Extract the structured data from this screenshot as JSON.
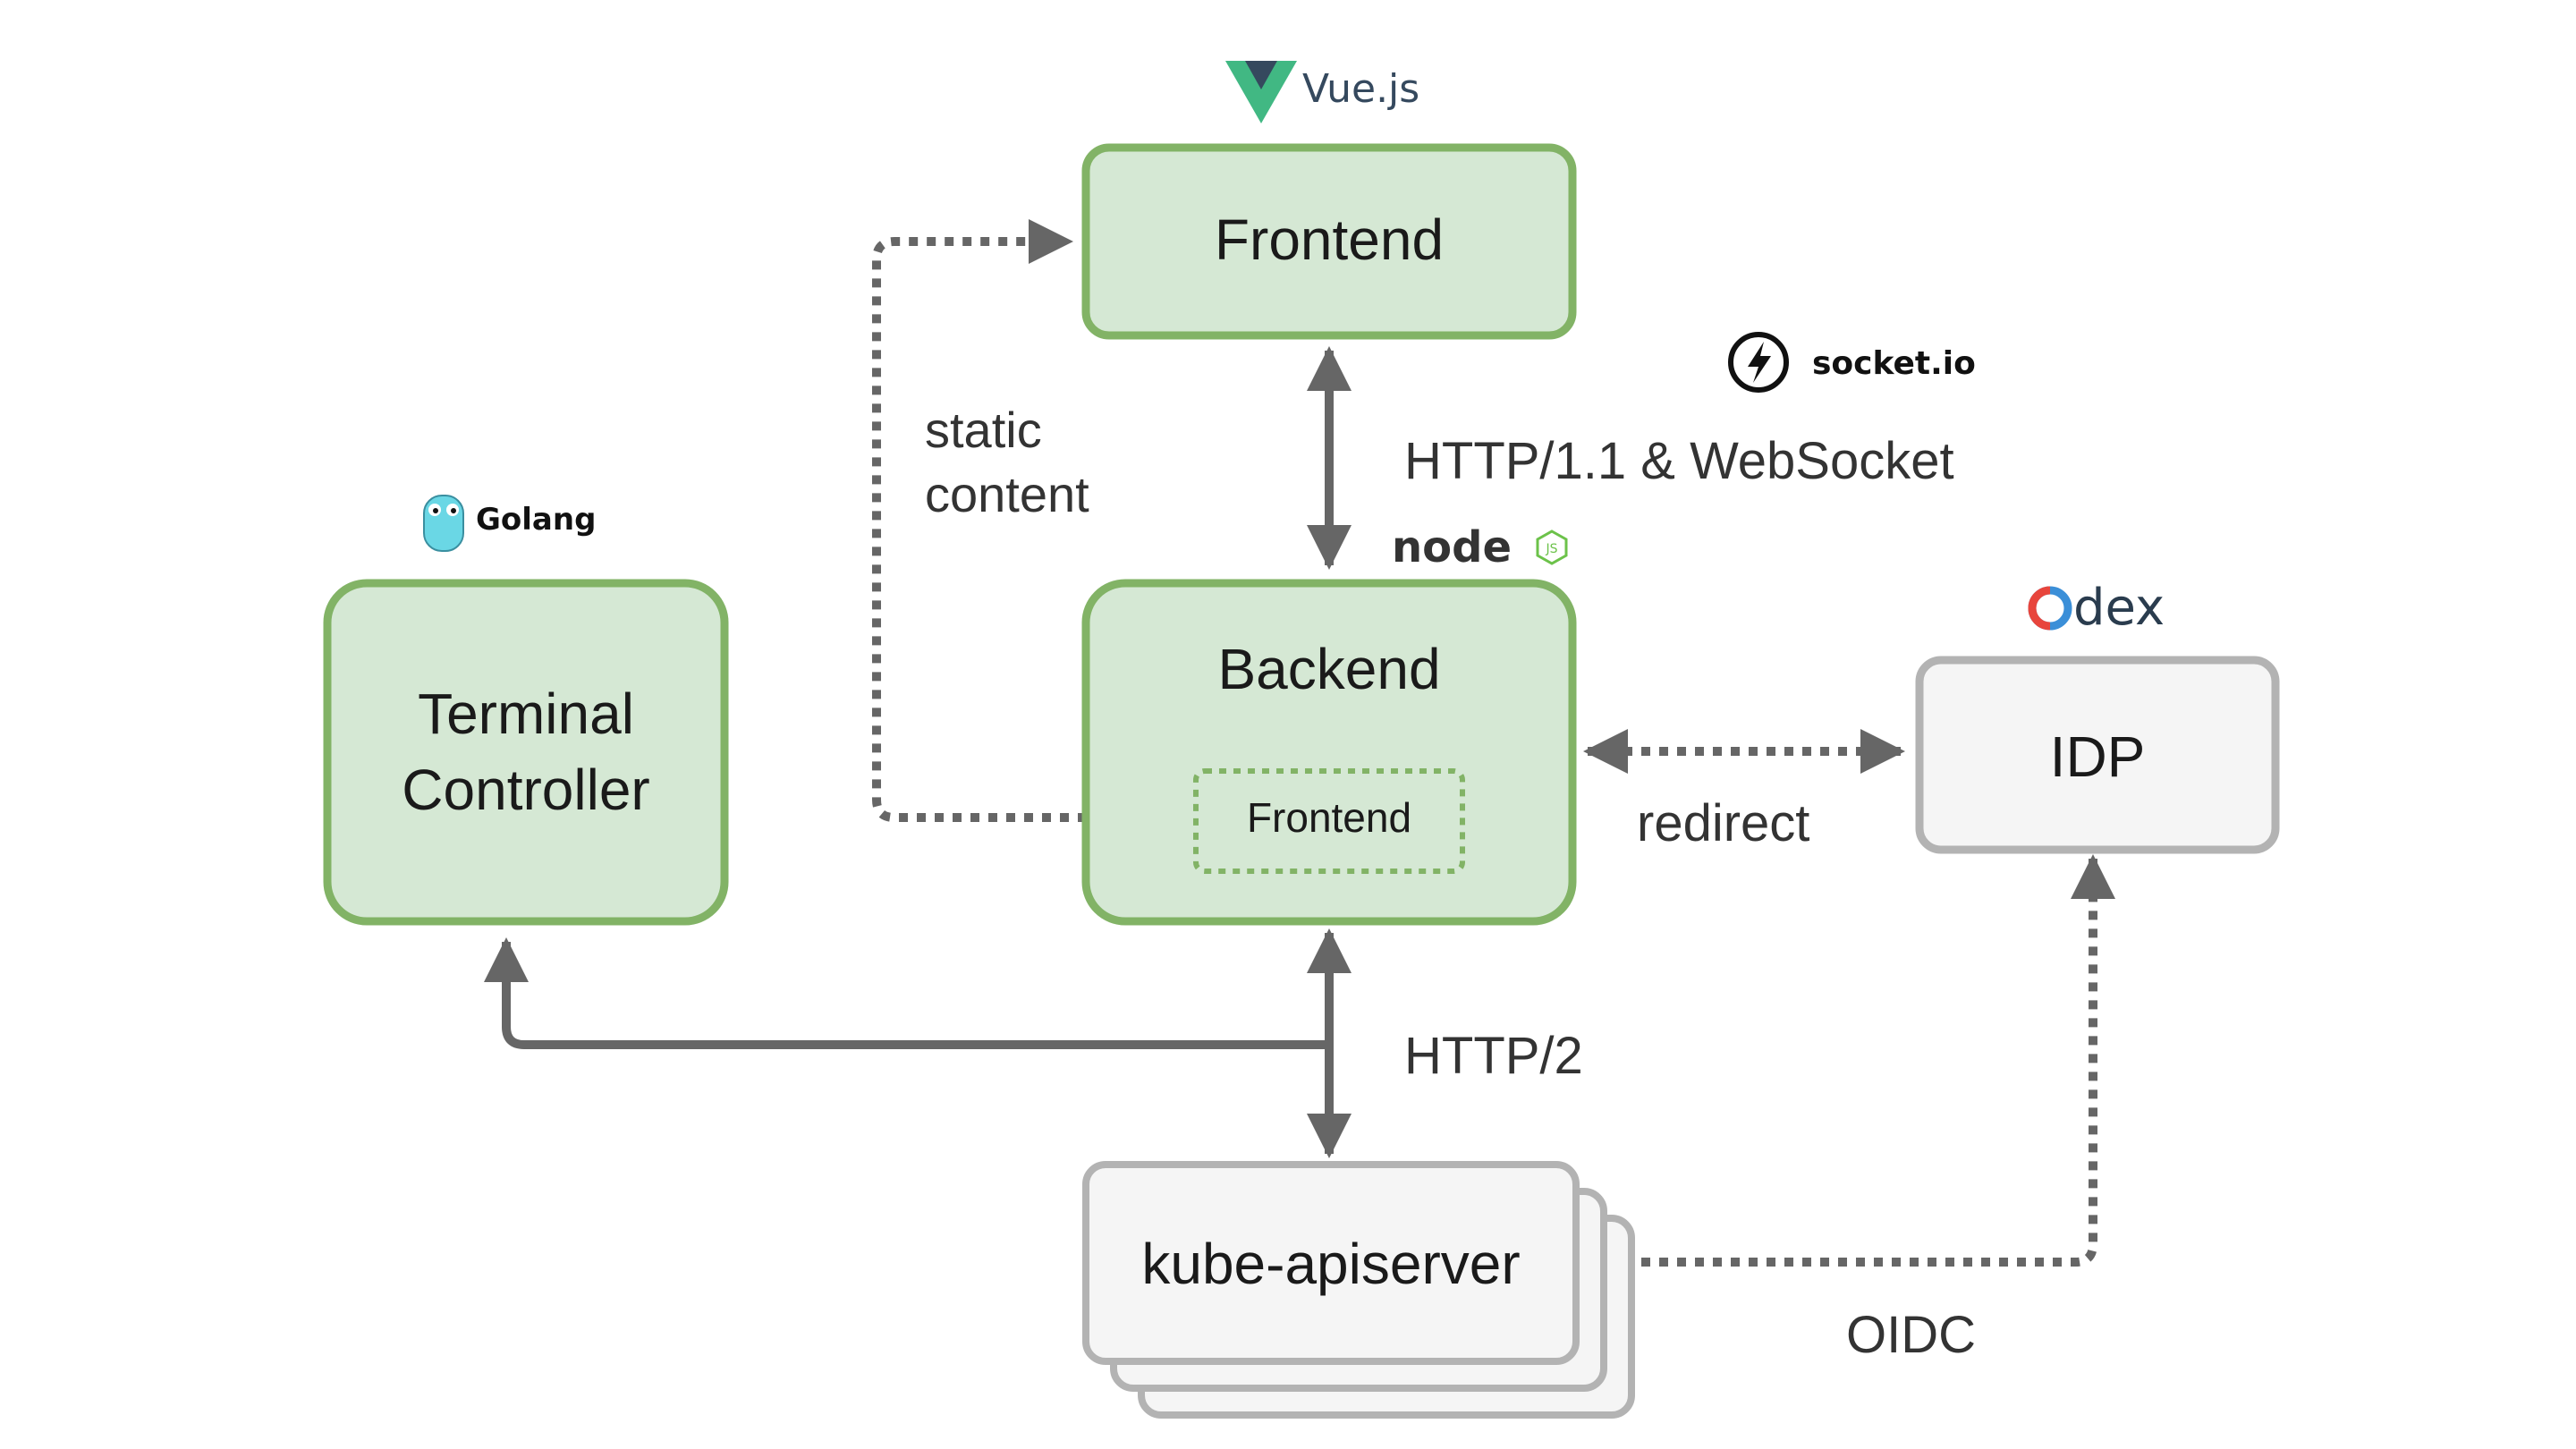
{
  "colors": {
    "green_fill": "#d5e8d4",
    "green_stroke": "#82b366",
    "gray_fill": "#f5f5f5",
    "gray_stroke": "#b3b3b3",
    "arrow": "#666666",
    "text": "#1a1a1a"
  },
  "nodes": {
    "frontend": "Frontend",
    "backend": "Backend",
    "embedded_frontend": "Frontend",
    "terminal_controller": [
      "Terminal",
      "Controller"
    ],
    "idp": "IDP",
    "kube_apiserver": "kube-apiserver"
  },
  "edges": {
    "static_content": [
      "static",
      "content"
    ],
    "http11_websocket": "HTTP/1.1 & WebSocket",
    "redirect": "redirect",
    "http2": "HTTP/2",
    "oidc": "OIDC"
  },
  "logos": {
    "vue": {
      "icon": "vue-logo-icon",
      "text": "Vue.js"
    },
    "socketio": {
      "icon": "socketio-logo-icon",
      "text": "socket.io"
    },
    "node": {
      "icon": "nodejs-logo-icon",
      "text": "node"
    },
    "golang": {
      "icon": "gopher-logo-icon",
      "text": "Golang"
    },
    "dex": {
      "icon": "dex-logo-icon",
      "text": "dex"
    }
  }
}
